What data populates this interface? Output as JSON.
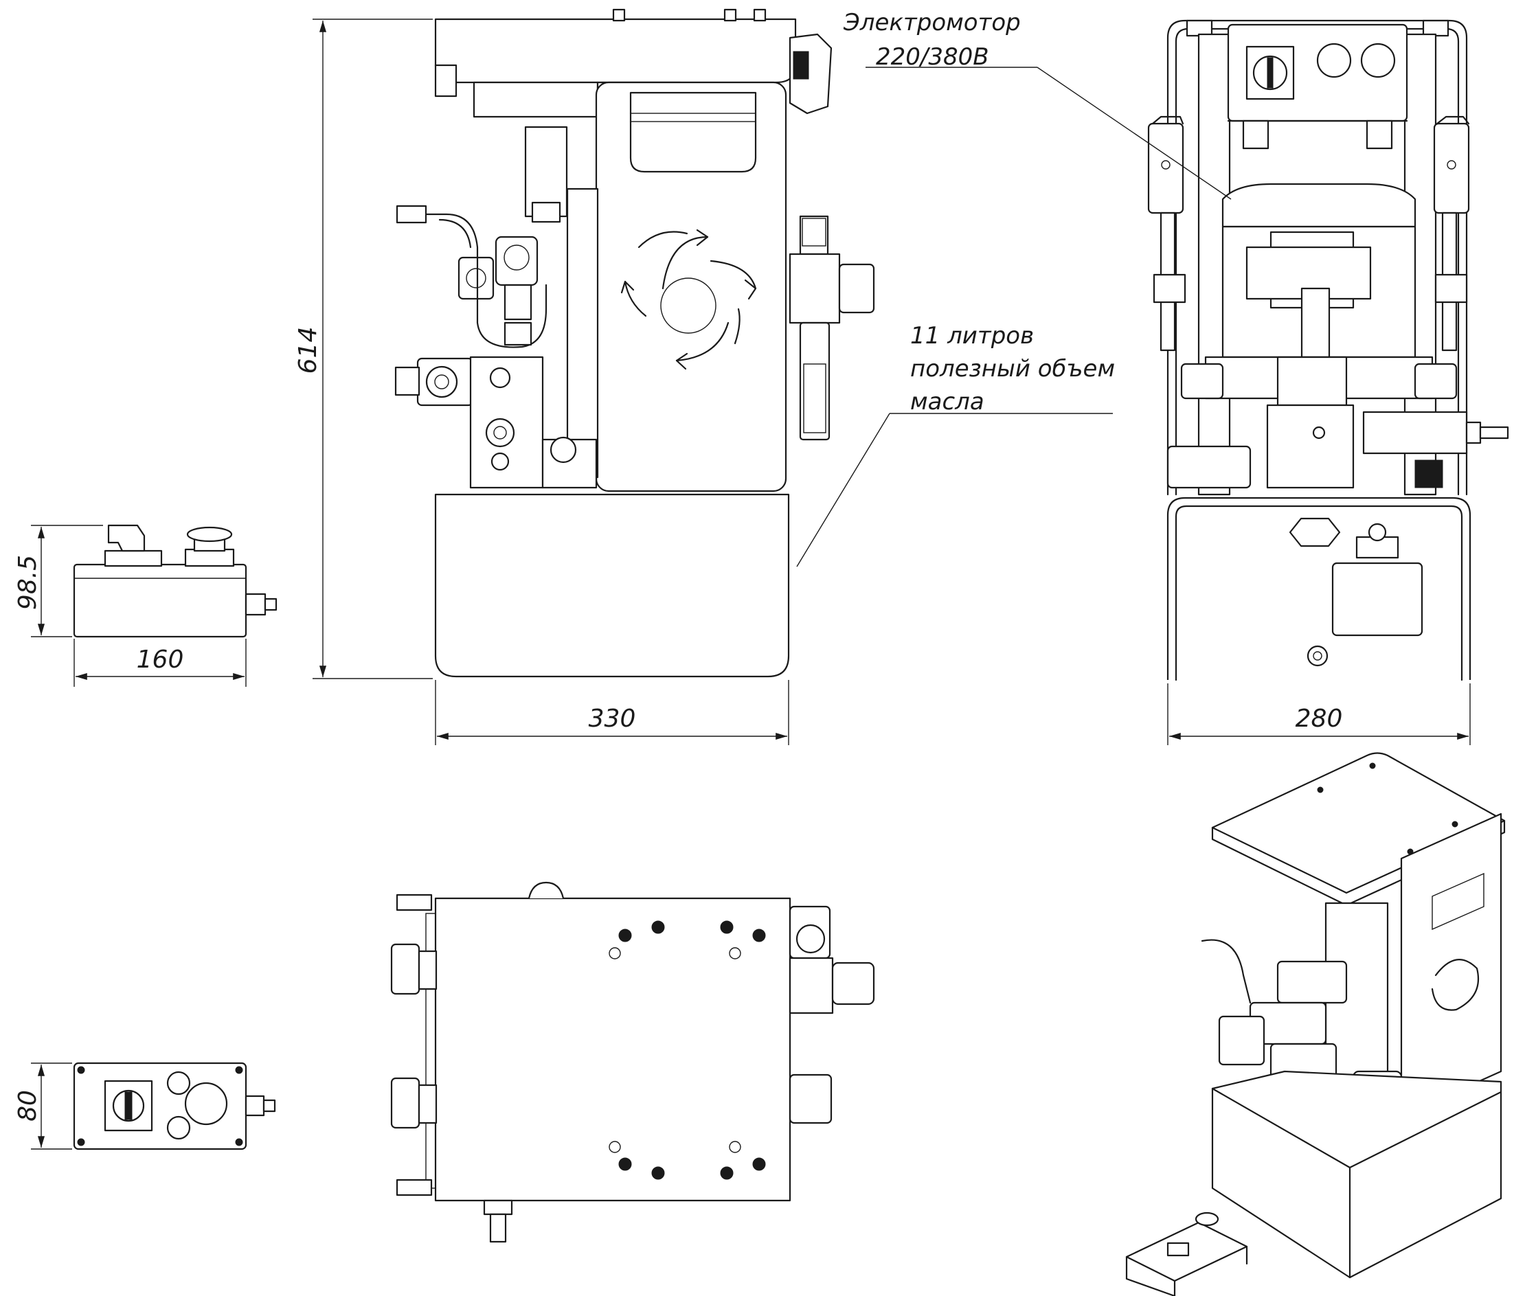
{
  "annotations": {
    "motor_line1": "Электромотор",
    "motor_line2": "220/380В",
    "oil_line1": "11 литров",
    "oil_line2": "полезный объем",
    "oil_line3": "масла"
  },
  "dimensions": {
    "height_614": "614",
    "width_330": "330",
    "width_280": "280",
    "remote_height": "98.5",
    "remote_width": "160",
    "remote_depth": "80"
  },
  "views": [
    "side-view",
    "front-view",
    "top-view",
    "isometric-view",
    "remote-side-view",
    "remote-top-view"
  ]
}
